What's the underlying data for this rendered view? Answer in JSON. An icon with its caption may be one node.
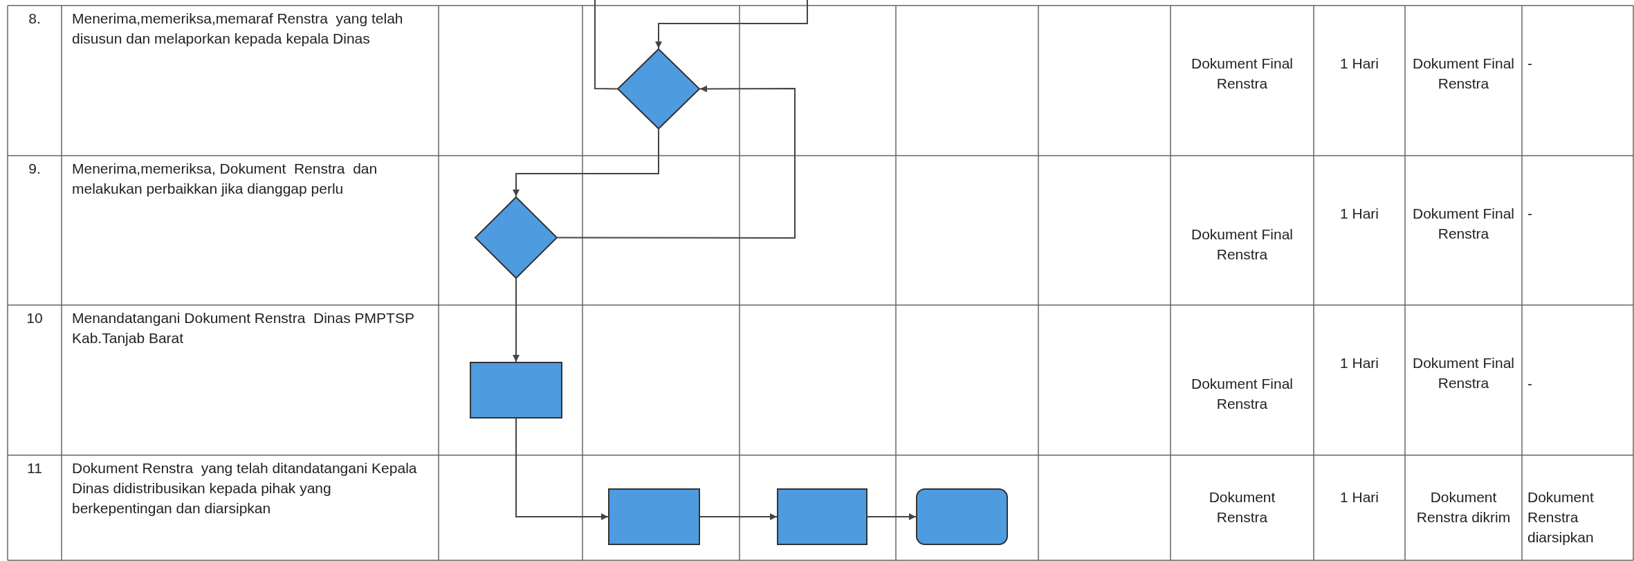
{
  "diagram": {
    "nodes": [
      {
        "text": [],
        "shape": "diamond"
      },
      {
        "text": [],
        "shape": "diamond"
      },
      {
        "text": [],
        "shape": "box"
      },
      {
        "text": [],
        "shape": "box"
      },
      {
        "text": [],
        "shape": "box"
      },
      {
        "text": [],
        "shape": "box"
      }
    ],
    "edges": [
      {
        "from": null,
        "to": 0,
        "arrow": "to"
      },
      {
        "from": 0,
        "to": null,
        "arrow": "none"
      },
      {
        "from": 0,
        "to": 1,
        "arrow": "to"
      },
      {
        "from": 1,
        "to": 0,
        "arrow": "to"
      },
      {
        "from": 1,
        "to": 2,
        "arrow": "to"
      },
      {
        "from": 2,
        "to": 3,
        "arrow": "to"
      },
      {
        "from": 3,
        "to": 4,
        "arrow": "to"
      },
      {
        "from": 4,
        "to": 5,
        "arrow": "to"
      }
    ],
    "labels": [
      "8.",
      "Menerima,memeriksa,memaraf Renstra  yang telah disusun dan melaporkan kepada kepala Dinas",
      "Dokument Final Renstra",
      "1 Hari",
      "Dokument Final Renstra",
      "-",
      "9.",
      "Menerima,memeriksa, Dokument  Renstra  dan melakukan perbaikkan jika dianggap perlu",
      "Dokument Final Renstra",
      "1 Hari",
      "Dokument Final Renstra",
      "-",
      "10",
      "Menandatangani Dokument Renstra  Dinas PMPTSP Kab.Tanjab Barat",
      "Dokument Final Renstra",
      "1 Hari",
      "Dokument Final Renstra",
      "-",
      "11",
      "Dokument Renstra  yang telah ditandatangani Kepala Dinas didistribusikan kepada pihak yang berkepentingan dan diarsipkan",
      "Dokument Renstra",
      "1 Hari",
      "Dokument Renstra dikrim",
      "Dokument Renstra diarsipkan"
    ]
  }
}
